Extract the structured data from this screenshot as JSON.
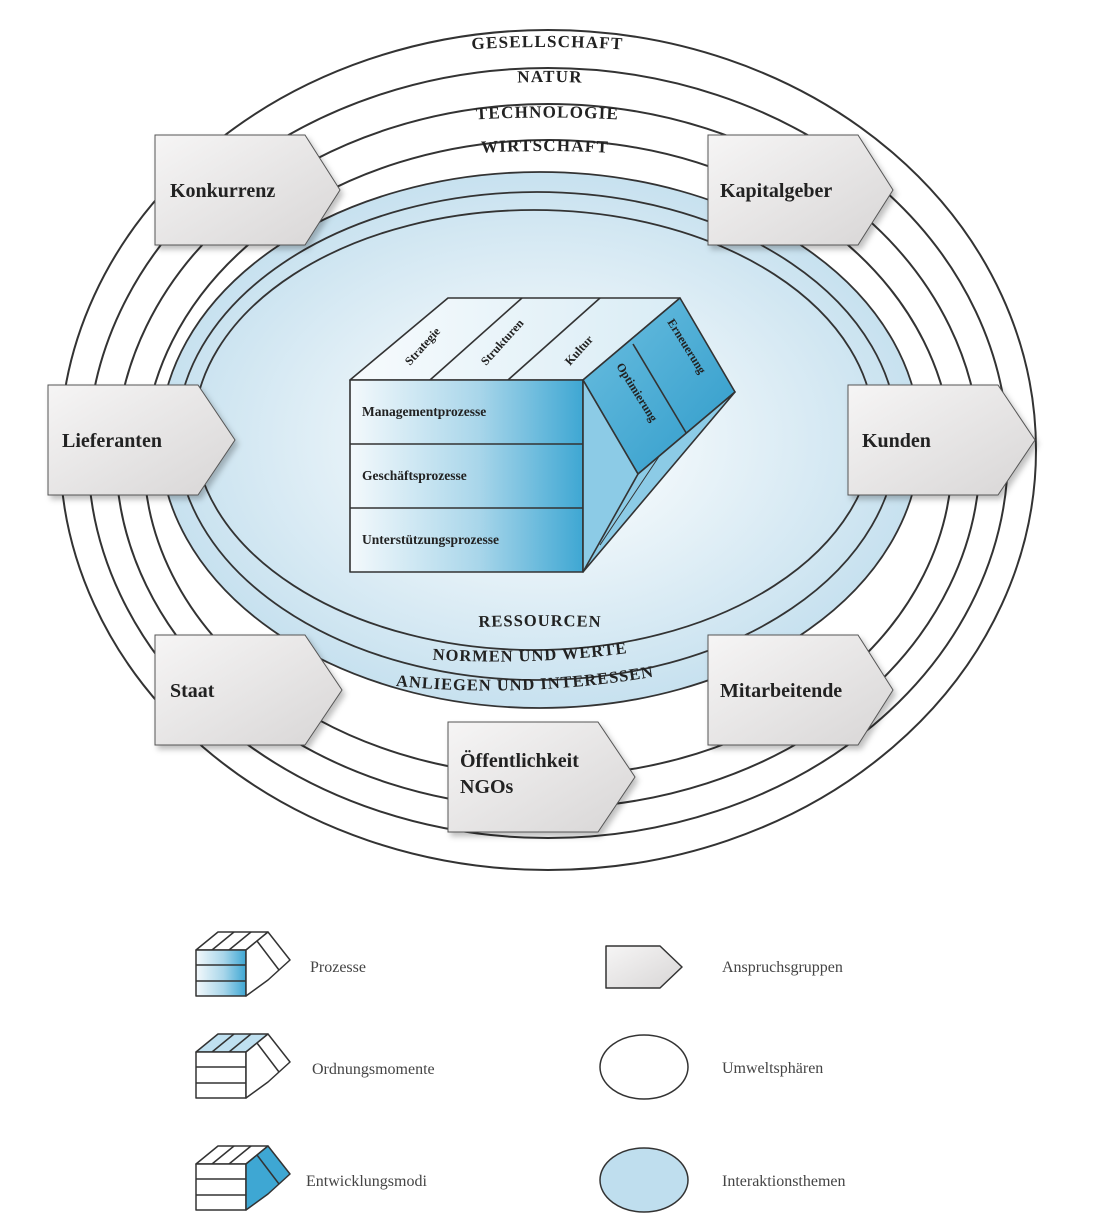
{
  "environment_spheres": [
    "GESELLSCHAFT",
    "NATUR",
    "TECHNOLOGIE",
    "WIRTSCHAFT"
  ],
  "interaction_topics": [
    "RESSOURCEN",
    "NORMEN UND WERTE",
    "ANLIEGEN UND INTERESSEN"
  ],
  "stakeholders": {
    "konkurrenz": "Konkurrenz",
    "kapitalgeber": "Kapitalgeber",
    "lieferanten": "Lieferanten",
    "kunden": "Kunden",
    "staat": "Staat",
    "mitarbeitende": "Mitarbeitende",
    "oeffentlichkeit_line1": "Öffentlichkeit",
    "oeffentlichkeit_line2": "NGOs"
  },
  "ordering_moments": [
    "Strategie",
    "Strukturen",
    "Kultur"
  ],
  "development_modes": [
    "Optimierung",
    "Erneuerung"
  ],
  "processes": [
    "Managementprozesse",
    "Geschäftsprozesse",
    "Unterstützungsprozesse"
  ],
  "legend": {
    "prozesse": "Prozesse",
    "ordnungsmomente": "Ordnungsmomente",
    "entwicklungsmodi": "Entwicklungsmodi",
    "anspruchsgruppen": "Anspruchsgruppen",
    "umweltsphaeren": "Umweltsphären",
    "interaktionsthemen": "Interaktionsthemen"
  },
  "colors": {
    "blue_fill": "#cfe5f1",
    "process_blue": "#3aa6d2",
    "stroke": "#333333",
    "arrow_light": "#f4f3f3",
    "arrow_dark": "#d9d7d7"
  }
}
